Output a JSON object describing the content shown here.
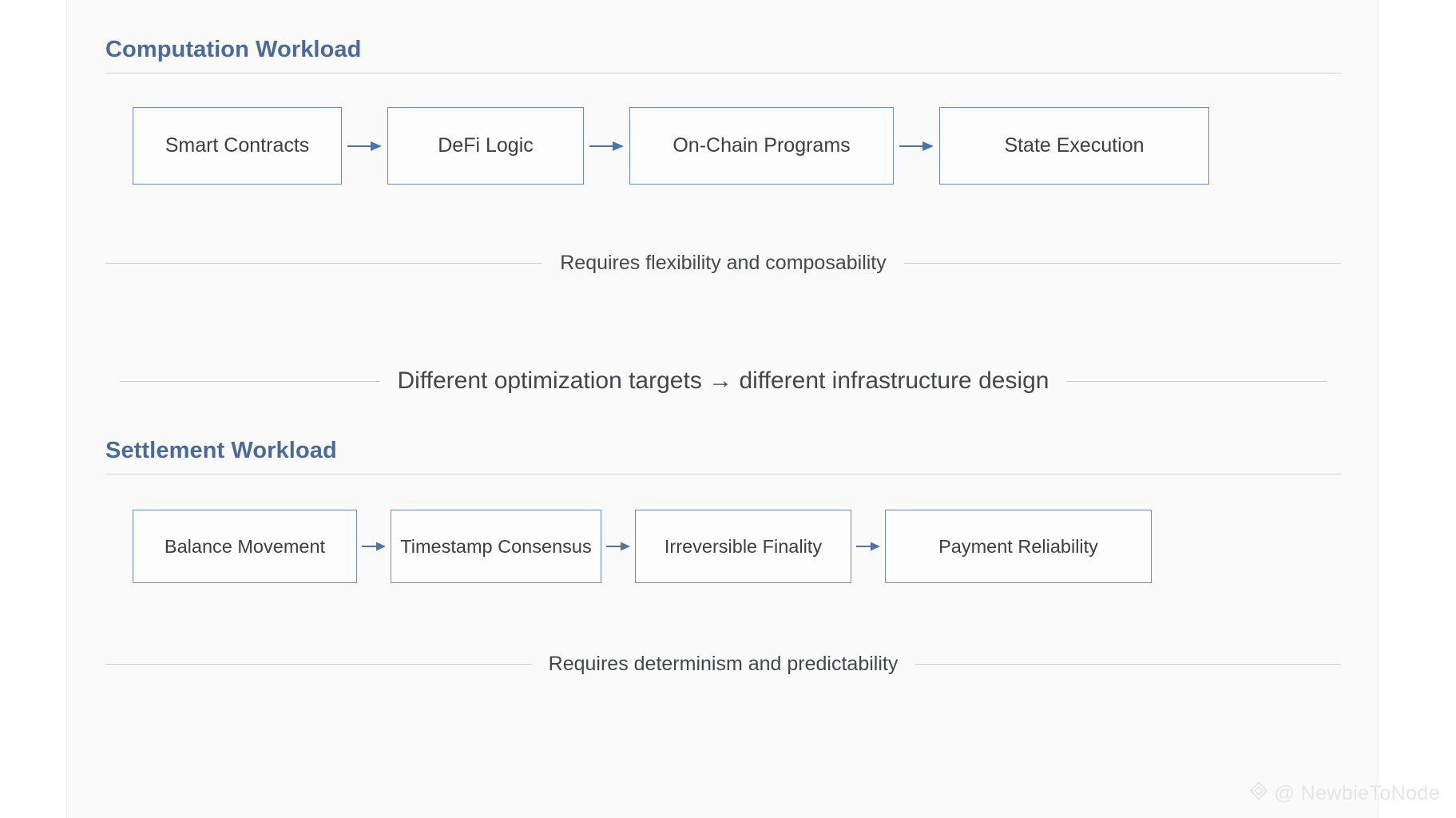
{
  "slide": {
    "watermark": {
      "handle": "@ NewbieToNode",
      "logo_icon": "diamond-logo-icon"
    }
  },
  "sections": [
    {
      "id": "computation",
      "title": "Computation Workload",
      "nodes": [
        "Smart Contracts",
        "DeFi Logic",
        "On-Chain Programs",
        "State Execution"
      ],
      "caption": "Requires flexibility and composability"
    },
    {
      "id": "settlement",
      "title": "Settlement Workload",
      "nodes": [
        "Balance Movement",
        "Timestamp Consensus",
        "Irreversible Finality",
        "Payment Reliability"
      ],
      "caption": "Requires determinism and predictability"
    }
  ],
  "middle_divider": {
    "text": "Different optimization targets → different infrastructure design"
  },
  "colors": {
    "heading": "#4a6b9a",
    "box_border": "#6c8bc0",
    "arrow": "#4f73ab",
    "body_text": "#3b3f46",
    "rule": "#c8ccd2",
    "card_bg": "#fafafa",
    "watermark": "#e3e5e8"
  }
}
